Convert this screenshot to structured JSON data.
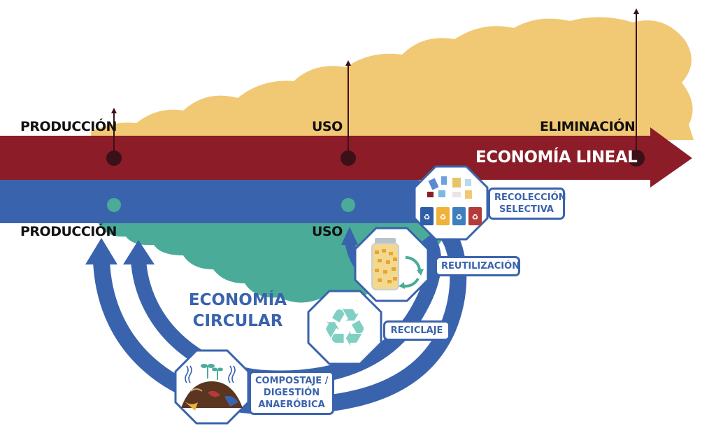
{
  "linear": {
    "title": "ECONOMÍA LINEAL",
    "stages": [
      "PRODUCCIÓN",
      "USO",
      "ELIMINACIÓN"
    ]
  },
  "circular": {
    "title_line1": "ECONOMÍA",
    "title_line2": "CIRCULAR",
    "stages": [
      "PRODUCCIÓN",
      "USO"
    ]
  },
  "steps": {
    "recoleccion": [
      "RECOLECCIÓN",
      "SELECTIVA"
    ],
    "reutilizacion": "REUTILIZACIÓN",
    "reciclaje": "RECICLAJE",
    "compostaje": [
      "COMPOSTAJE /",
      "DIGESTIÓN",
      "ANAERÓBICA"
    ]
  },
  "colors": {
    "linear_band": "#8b1c28",
    "circular_band": "#3a63ad",
    "waste_cloud": "#f1c874",
    "circular_cloud": "#4aab98",
    "node_dark": "#3a1118",
    "recycle_symbol": "#7fd0c3"
  },
  "icons": [
    "recycling-bins-icon",
    "jar-reuse-icon",
    "recycle-symbol-icon",
    "compost-icon"
  ]
}
